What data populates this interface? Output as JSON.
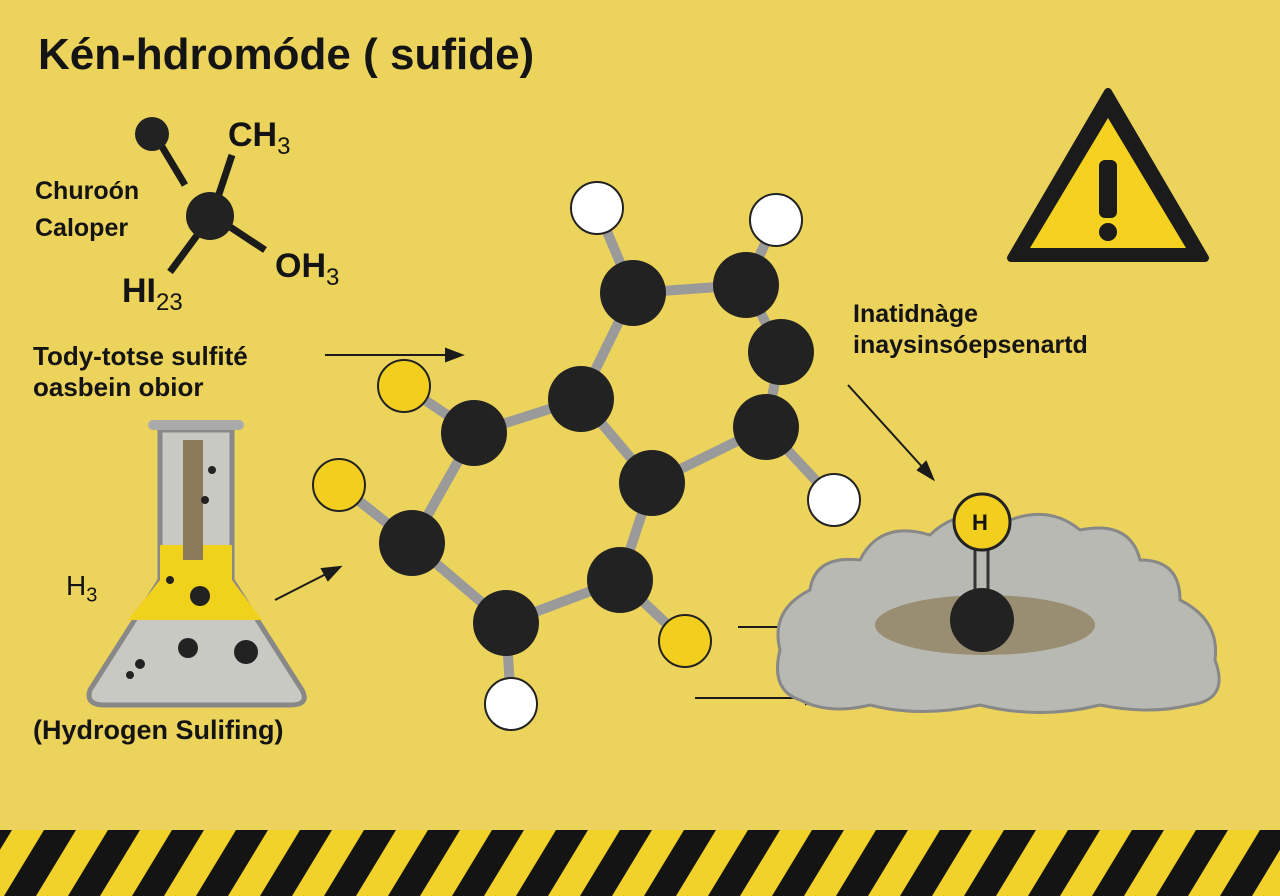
{
  "title": "Kén-hdromóde ( sufide)",
  "left_molecule": {
    "label_line1": "Churoón",
    "label_line2": "Caloper",
    "group_top": "CH",
    "group_top_sub": "3",
    "group_right": "OH",
    "group_right_sub": "3",
    "group_bottom": "HI",
    "group_bottom_sub": "23"
  },
  "note_left": {
    "line1": "Tody-totse sulfité",
    "line2": "oasbein obior"
  },
  "flask": {
    "label": "H",
    "label_sub": "3",
    "caption": "(Hydrogen Sulifing)"
  },
  "note_right": {
    "line1": "Inatidnàge",
    "line2": "inaysinsóepsenartd"
  },
  "cloud_atom_label": "H",
  "colors": {
    "background": "#ecd35c",
    "atom_dark": "#222222",
    "atom_yellow": "#f2cf1e",
    "atom_white": "#ffffff",
    "cloud": "#b9b9b4",
    "warning": "#f4d21f"
  }
}
